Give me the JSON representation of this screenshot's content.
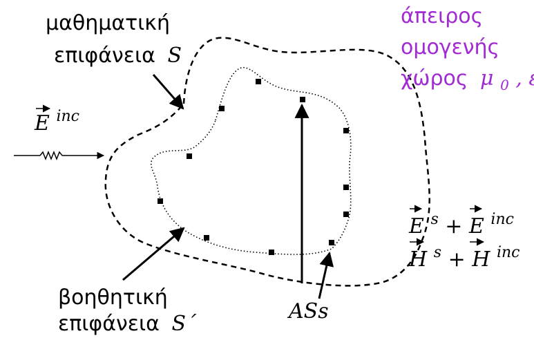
{
  "labels": {
    "math_surface_line1": "μαθηματική",
    "math_surface_line2": "επιφάνεια",
    "math_surface_symbol": "S",
    "aux_surface_line1": "βοηθητική",
    "aux_surface_line2": "επιφάνεια",
    "aux_surface_symbol": "S΄",
    "medium_line1": "άπειρος",
    "medium_line2": "ομογενής",
    "medium_line3": "χώρος",
    "medium_symbol_mu": "μ",
    "medium_symbol_mu_sub": "0",
    "medium_symbol_eps": ", ε",
    "incident_field": "E",
    "incident_field_sup": "inc",
    "sources_label": "ASs",
    "total_E_main": "E",
    "total_E_sup1": "s",
    "total_E_plus": " + E",
    "total_E_sup2": "inc",
    "total_H_main": "H",
    "total_H_sup1": "s",
    "total_H_plus": " + H",
    "total_H_sup2": "inc"
  },
  "colors": {
    "text": "#000000",
    "medium_text": "#a12ad4"
  },
  "icons": {
    "source_marker": "small-black-square",
    "incident_wave": "zigzag-arrow"
  }
}
